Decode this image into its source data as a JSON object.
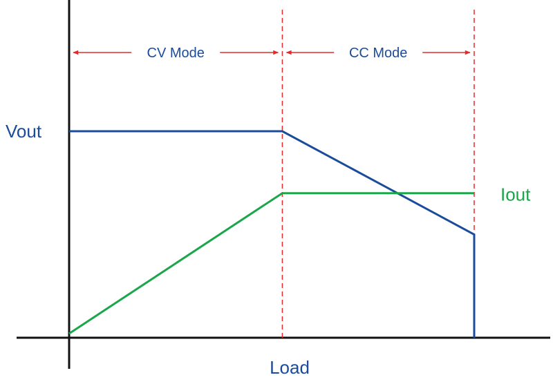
{
  "chart_data": {
    "type": "line",
    "title": "",
    "xlabel": "Load",
    "ylabel": "",
    "x": [
      0,
      1,
      1.9
    ],
    "xlim": [
      0,
      2.25
    ],
    "ylim": [
      0,
      1
    ],
    "grid": false,
    "series": [
      {
        "name": "Vout",
        "color": "#1b4b9b",
        "points": [
          [
            0,
            1.0
          ],
          [
            1.0,
            1.0
          ],
          [
            1.9,
            0.5
          ],
          [
            1.9,
            0
          ]
        ]
      },
      {
        "name": "Iout",
        "color": "#1aa64a",
        "points": [
          [
            0,
            0.02
          ],
          [
            1.0,
            0.7
          ],
          [
            1.9,
            0.7
          ]
        ]
      }
    ],
    "mode_boundaries": [
      1.0,
      1.9
    ],
    "regions": [
      {
        "label": "CV Mode",
        "from": 0,
        "to": 1.0
      },
      {
        "label": "CC Mode",
        "from": 1.0,
        "to": 1.9
      }
    ],
    "annotation_color": "#e32b2b",
    "axis_color": "#111111"
  }
}
